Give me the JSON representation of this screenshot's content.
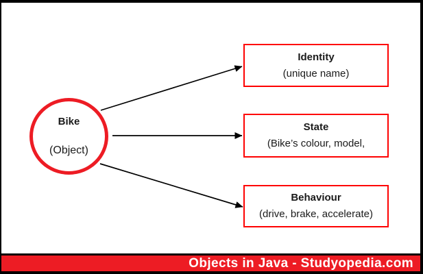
{
  "diagram": {
    "node": {
      "title": "Bike",
      "subtitle": "(Object)"
    },
    "boxes": [
      {
        "title": "Identity",
        "subtitle": "(unique name)"
      },
      {
        "title": "State",
        "subtitle": "(Bike’s colour, model,"
      },
      {
        "title": "Behaviour",
        "subtitle": "(drive, brake, accelerate)"
      }
    ],
    "arrow_icon": "black-line-arrowhead"
  },
  "footer": {
    "caption": "Objects in Java - Studyopedia.com"
  },
  "colors": {
    "circle_red": "#ed1c24",
    "box_border_red": "#fe0000",
    "banner_red": "#ed1c24",
    "arrow_black": "#000000",
    "text_black": "#1a1a1a",
    "banner_text_white": "#ffffff"
  }
}
